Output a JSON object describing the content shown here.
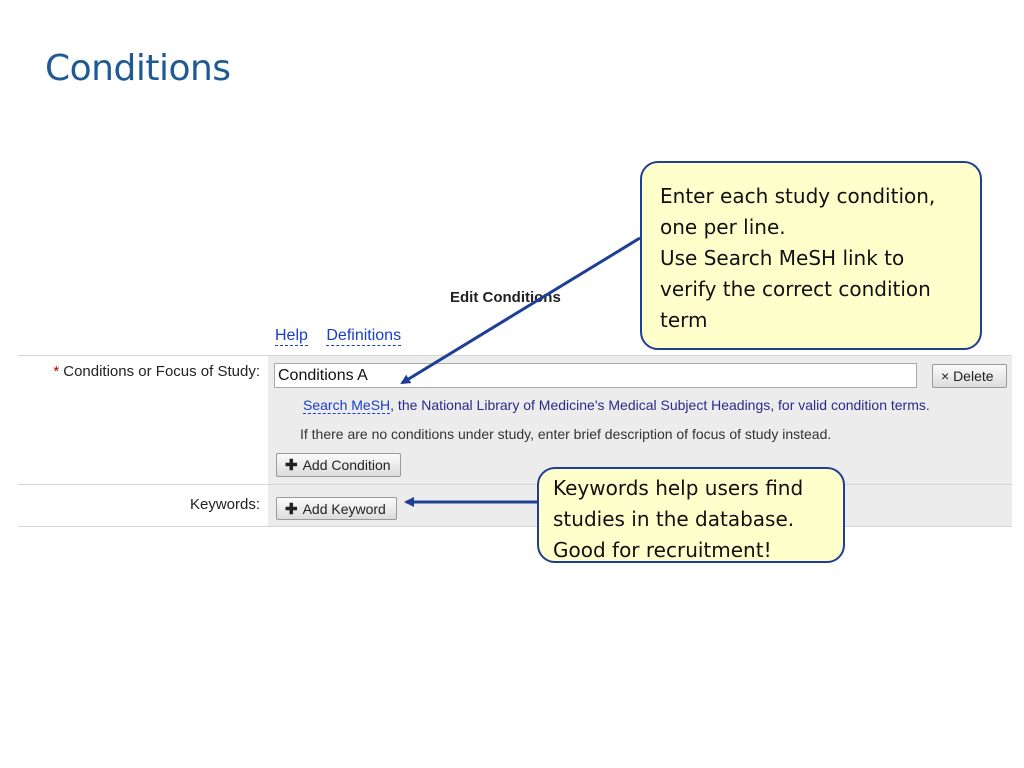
{
  "slide": {
    "title": "Conditions"
  },
  "form": {
    "heading": "Edit Conditions",
    "links": {
      "help": "Help",
      "definitions": "Definitions"
    },
    "conditions": {
      "required_mark": "*",
      "label": "Conditions or Focus of Study:",
      "value": "Conditions A",
      "delete_label": "× Delete",
      "mesh_link": "Search MeSH",
      "mesh_text": ", the National Library of Medicine's Medical Subject Headings, for valid condition terms.",
      "no_conditions_hint": "If there are no conditions under study, enter brief description of focus of study instead.",
      "add_label": "Add Condition"
    },
    "keywords": {
      "label": "Keywords:",
      "add_label": "Add Keyword"
    }
  },
  "callouts": {
    "conditions": {
      "lines": [
        "Enter each study condition,",
        "one per line.",
        "Use Search MeSH link to",
        "verify the correct condition",
        "term"
      ]
    },
    "keywords": {
      "lines": [
        "Keywords help users find",
        "studies in the database.",
        "Good for recruitment!"
      ]
    }
  },
  "colors": {
    "title": "#1f5a95",
    "link": "#1a3ec8",
    "callout_fill": "#ffffcc",
    "callout_border": "#1f3f95",
    "arrow": "#1f3f95"
  }
}
